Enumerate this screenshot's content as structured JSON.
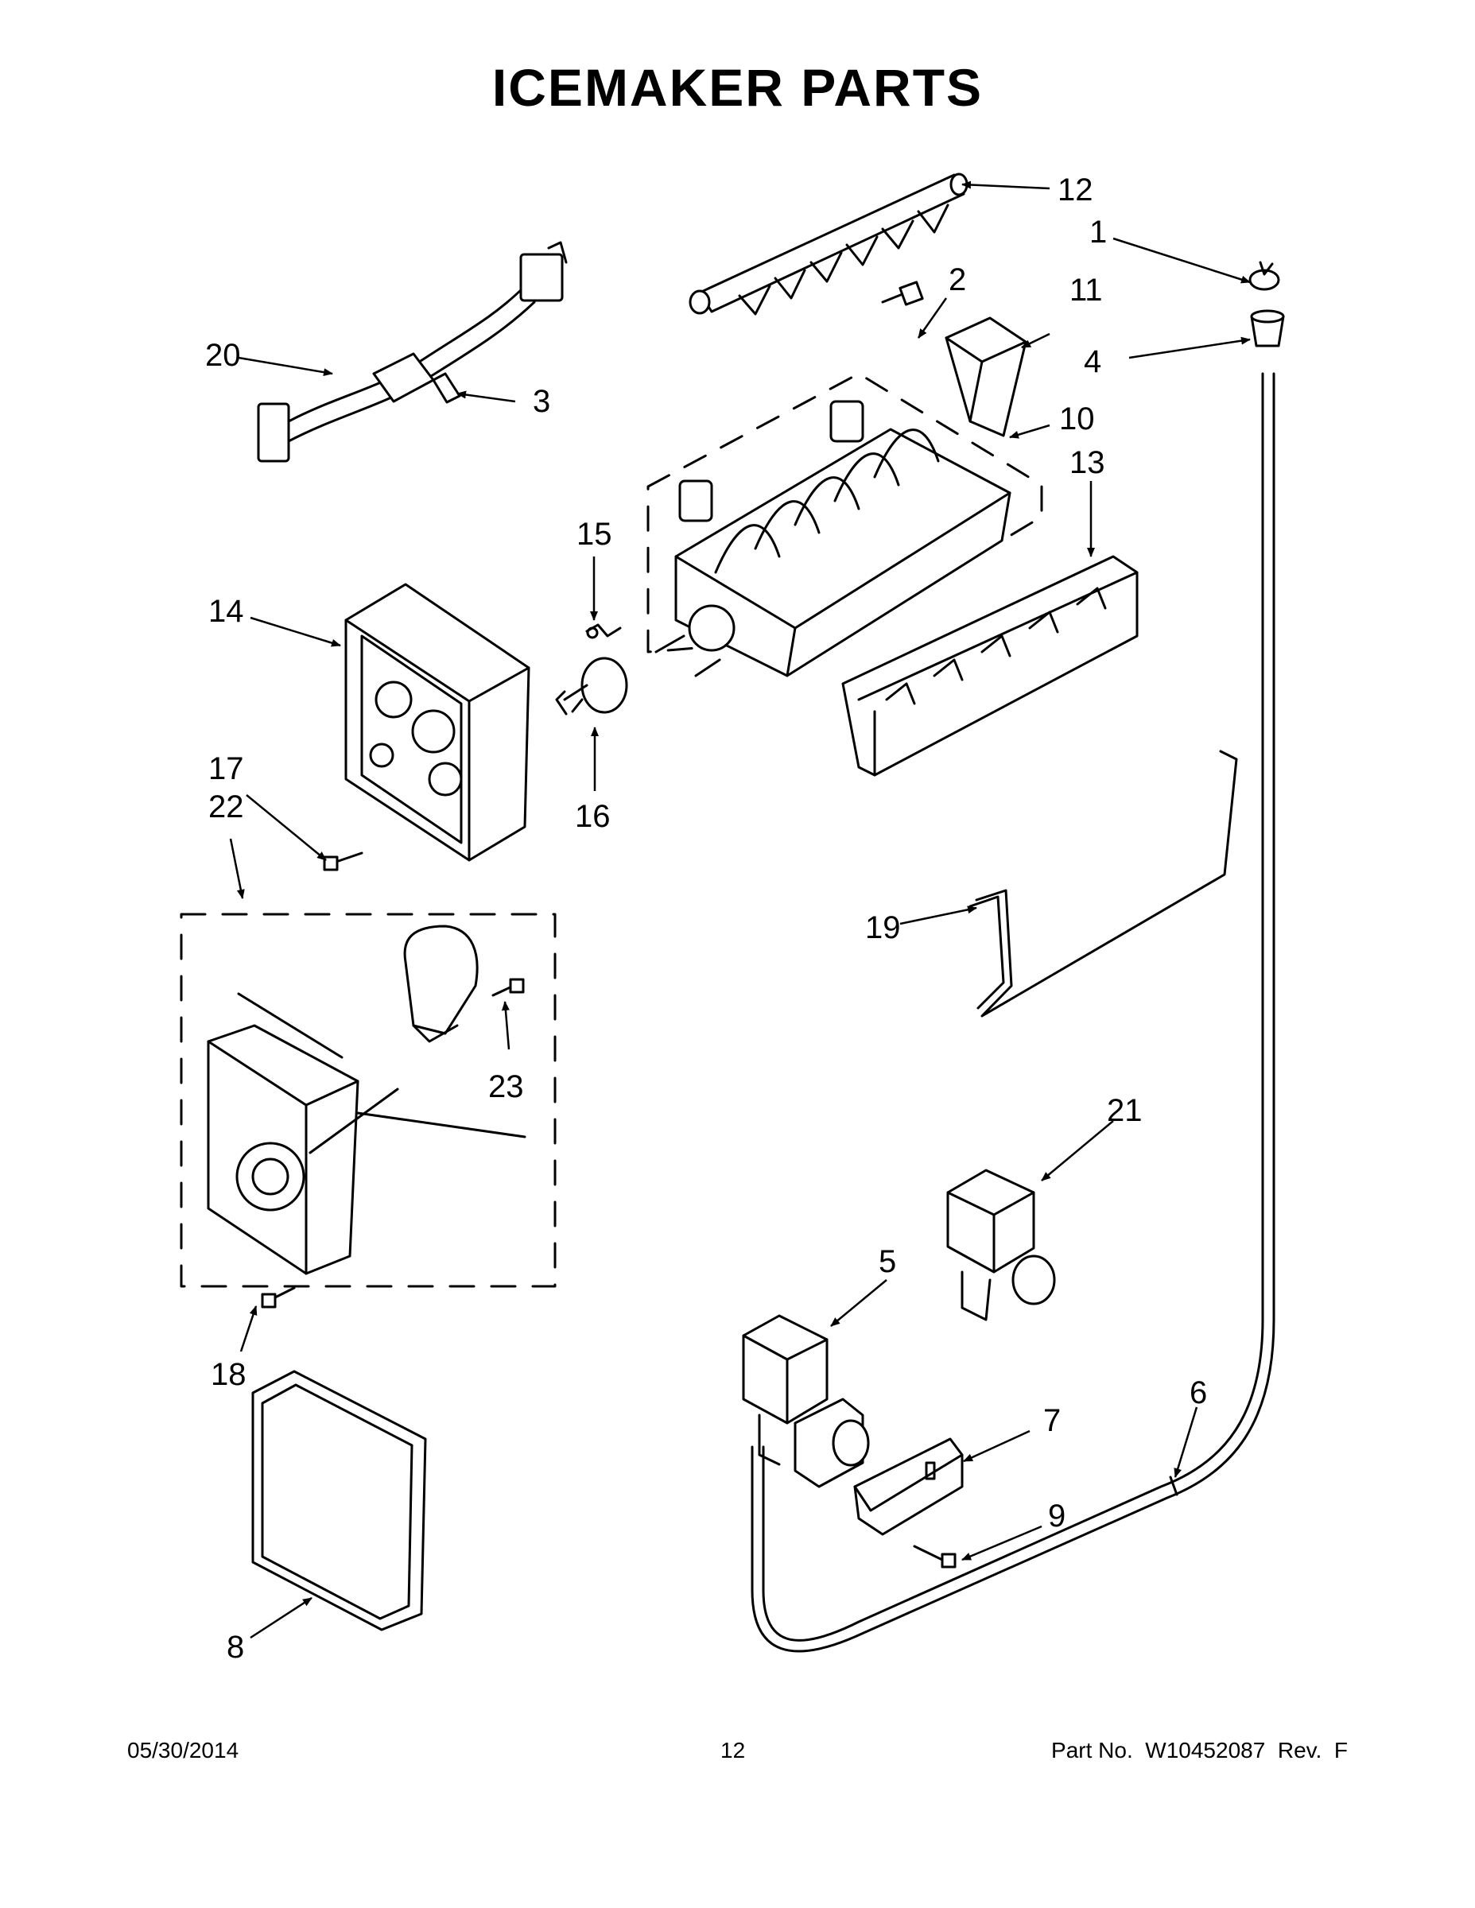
{
  "title": "ICEMAKER PARTS",
  "footer": {
    "date": "05/30/2014",
    "page": "12",
    "part_no": "Part No.  W10452087  Rev.  F"
  },
  "callouts": [
    "1",
    "2",
    "3",
    "4",
    "5",
    "6",
    "7",
    "8",
    "9",
    "10",
    "11",
    "12",
    "13",
    "14",
    "15",
    "16",
    "17",
    "18",
    "19",
    "20",
    "21",
    "22",
    "23"
  ]
}
